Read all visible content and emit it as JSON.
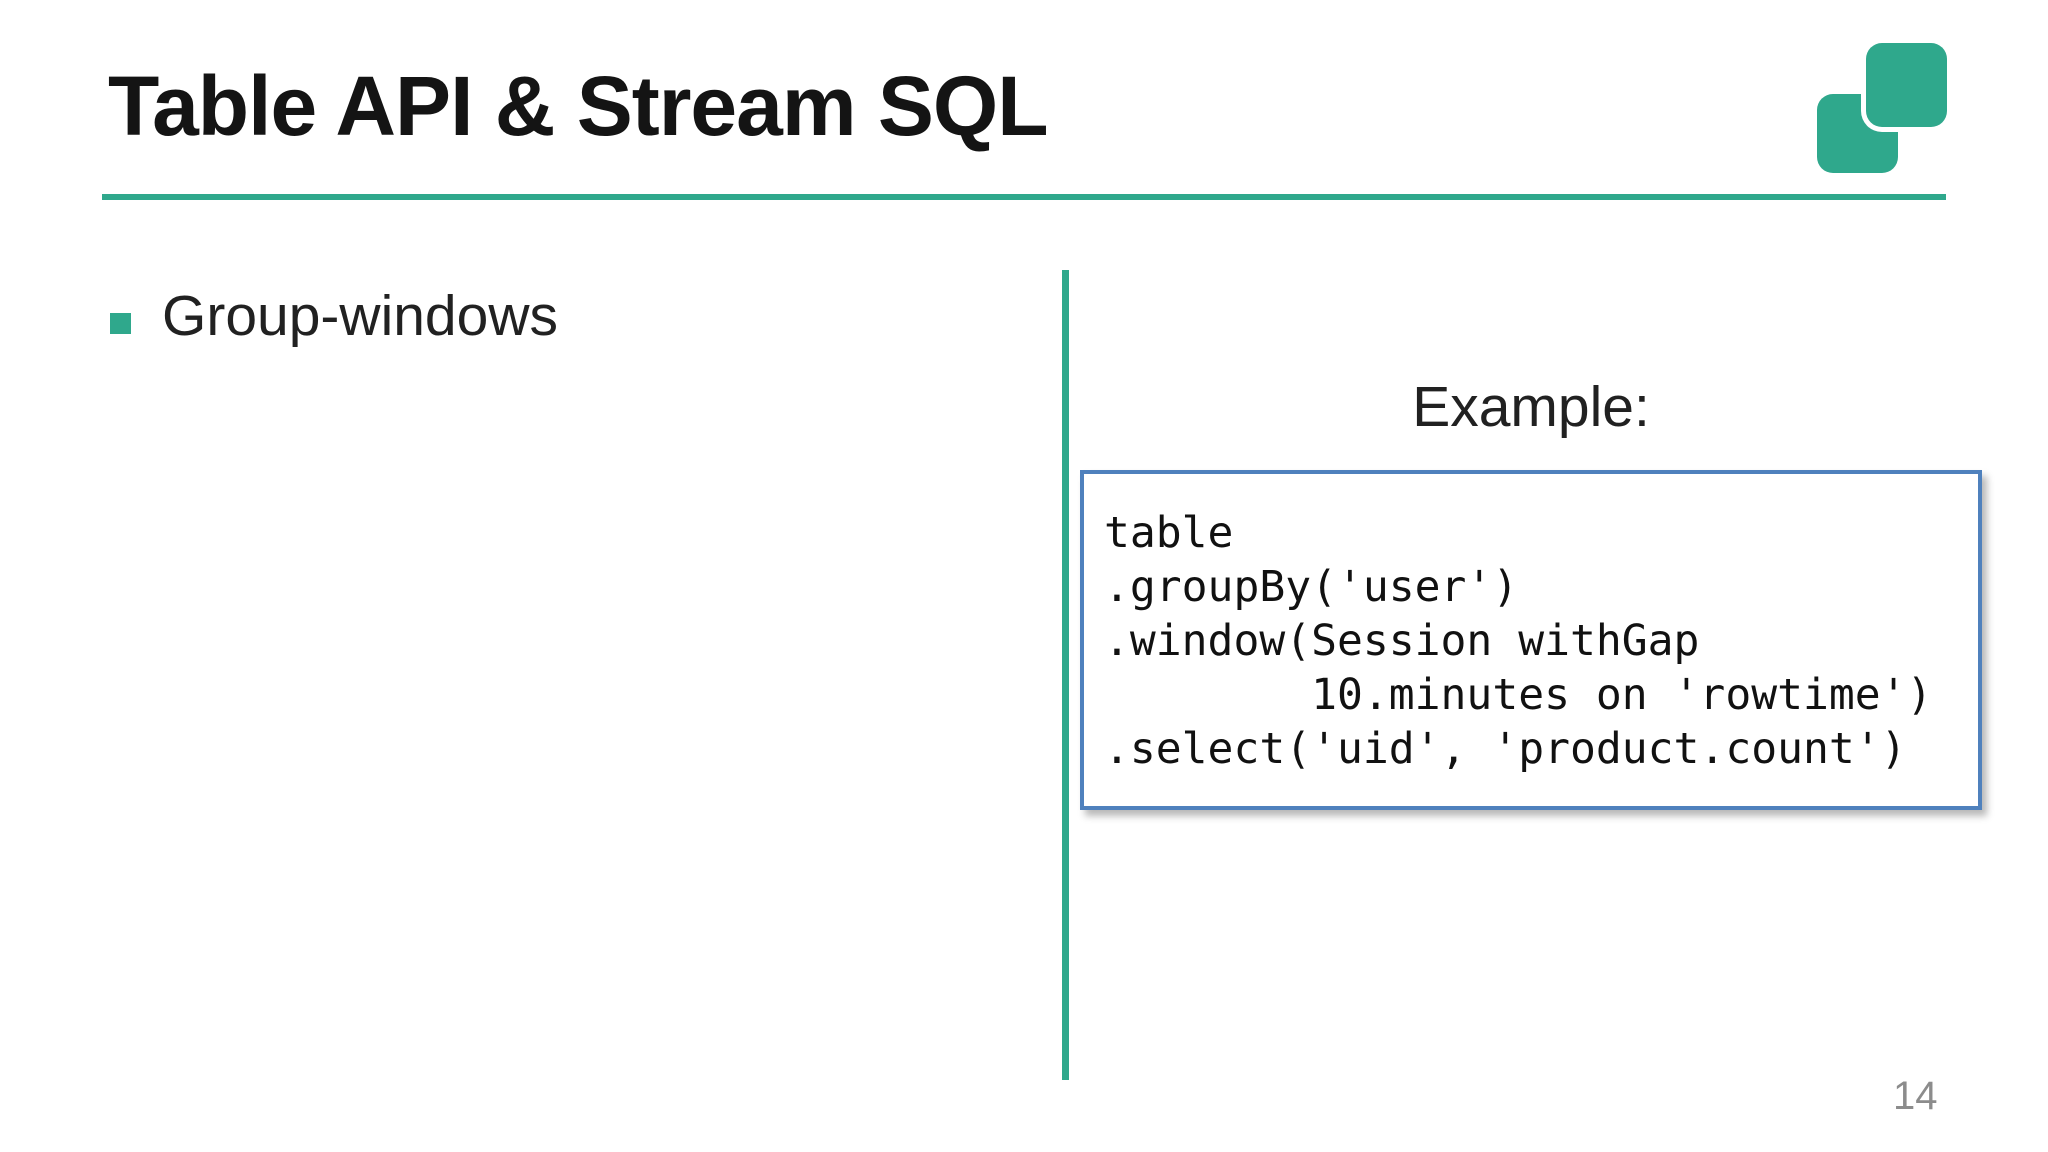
{
  "slide": {
    "title": "Table API & Stream SQL",
    "page_number": "14"
  },
  "bullets": [
    {
      "label": "Group-windows"
    }
  ],
  "example": {
    "label": "Example:"
  },
  "code": {
    "text": "table\n.groupBy('user')\n.window(Session withGap\n        10.minutes on 'rowtime')\n.select('uid', 'product.count')"
  },
  "icons": {
    "logo": "two-overlapping-rounded-squares"
  },
  "colors": {
    "accent_teal": "#2FA88C",
    "code_border_blue": "#4F81BD",
    "title_text": "#141414",
    "body_text": "#212121",
    "page_number_gray": "#8C8C8C",
    "background": "#FFFFFF"
  }
}
